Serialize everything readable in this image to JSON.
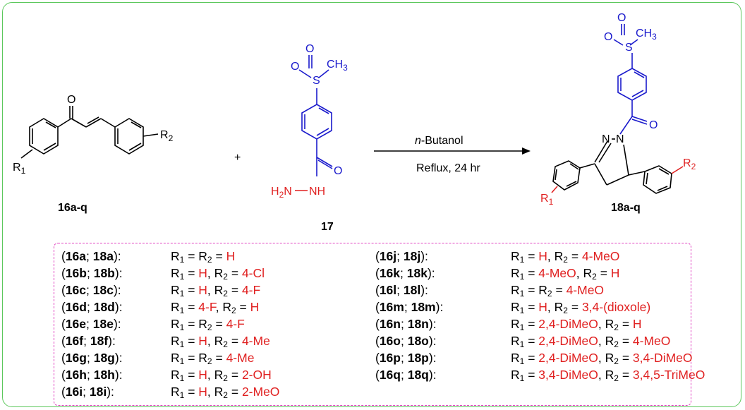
{
  "colors": {
    "frame": "#5cc85c",
    "condition_box": "#e040c0",
    "substituent": "#e02020",
    "reagent": "#1a1acc"
  },
  "reactant_1": {
    "label": "16a-q",
    "atom_o": "O",
    "sub_r": "R",
    "sub_r_index": "1",
    "sub_r2": "R",
    "sub_r2_index": "2"
  },
  "plus": "+",
  "reactant_2": {
    "label": "17",
    "s": "S",
    "o1": "O",
    "o2": "O",
    "ch": "CH",
    "ch_index": "3",
    "amide_o": "O",
    "h2n": "H",
    "h2n_index": "2",
    "n1": "N",
    "nh": "NH"
  },
  "arrow": {
    "above_italic": "n",
    "above_rest": "-Butanol",
    "below": "Reflux, 24 hr"
  },
  "product": {
    "label": "18a-q",
    "s": "S",
    "o1": "O",
    "o2": "O",
    "ch": "CH",
    "ch_index": "3",
    "carbonyl_o": "O",
    "n1": "N",
    "n2": "N",
    "sub_r": "R",
    "sub_r_index": "1",
    "sub_r2": "R",
    "sub_r2_index": "2"
  },
  "conditions_left": [
    {
      "a": "16a",
      "b": "18a",
      "r1": "H",
      "r2": "H",
      "style": "equal"
    },
    {
      "a": "16b",
      "b": "18b",
      "r1": "H",
      "r2": "4-Cl",
      "style": "pair"
    },
    {
      "a": "16c",
      "b": "18c",
      "r1": "H",
      "r2": "4-F",
      "style": "pair"
    },
    {
      "a": "16d",
      "b": "18d",
      "r1": "4-F",
      "r2": "H",
      "style": "pair"
    },
    {
      "a": "16e",
      "b": "18e",
      "r1": "4-F",
      "r2": "4-F",
      "style": "equal"
    },
    {
      "a": "16f",
      "b": "18f",
      "r1": "H",
      "r2": "4-Me",
      "style": "pair"
    },
    {
      "a": "16g",
      "b": "18g",
      "r1": "4-Me",
      "r2": "4-Me",
      "style": "equal"
    },
    {
      "a": "16h",
      "b": "18h",
      "r1": "H",
      "r2": "2-OH",
      "style": "pair"
    },
    {
      "a": "16i",
      "b": "18i",
      "r1": "H",
      "r2": "2-MeO",
      "style": "pair"
    }
  ],
  "conditions_right": [
    {
      "a": "16j",
      "b": "18j",
      "r1": "H",
      "r2": "4-MeO",
      "style": "pair"
    },
    {
      "a": "16k",
      "b": "18k",
      "r1": "4-MeO",
      "r2": "H",
      "style": "pair"
    },
    {
      "a": "16l",
      "b": "18l",
      "r1": "4-MeO",
      "r2": "4-MeO",
      "style": "equal"
    },
    {
      "a": "16m",
      "b": "18m",
      "r1": "H",
      "r2": "3,4-(dioxole)",
      "style": "pair"
    },
    {
      "a": "16n",
      "b": "18n",
      "r1": "2,4-DiMeO",
      "r2": "H",
      "style": "pair"
    },
    {
      "a": "16o",
      "b": "18o",
      "r1": "2,4-DiMeO",
      "r2": "4-MeO",
      "style": "pair"
    },
    {
      "a": "16p",
      "b": "18p",
      "r1": "2,4-DiMeO",
      "r2": "3,4-DiMeO",
      "style": "pair"
    },
    {
      "a": "16q",
      "b": "18q",
      "r1": "3,4-DiMeO",
      "r2": "3,4,5-TriMeO",
      "style": "pair"
    }
  ],
  "symbols": {
    "r": "R",
    "idx1": "1",
    "idx2": "2",
    "eq": " = ",
    "comma": ", ",
    "open": "(",
    "semi": "; ",
    "close": "):"
  }
}
